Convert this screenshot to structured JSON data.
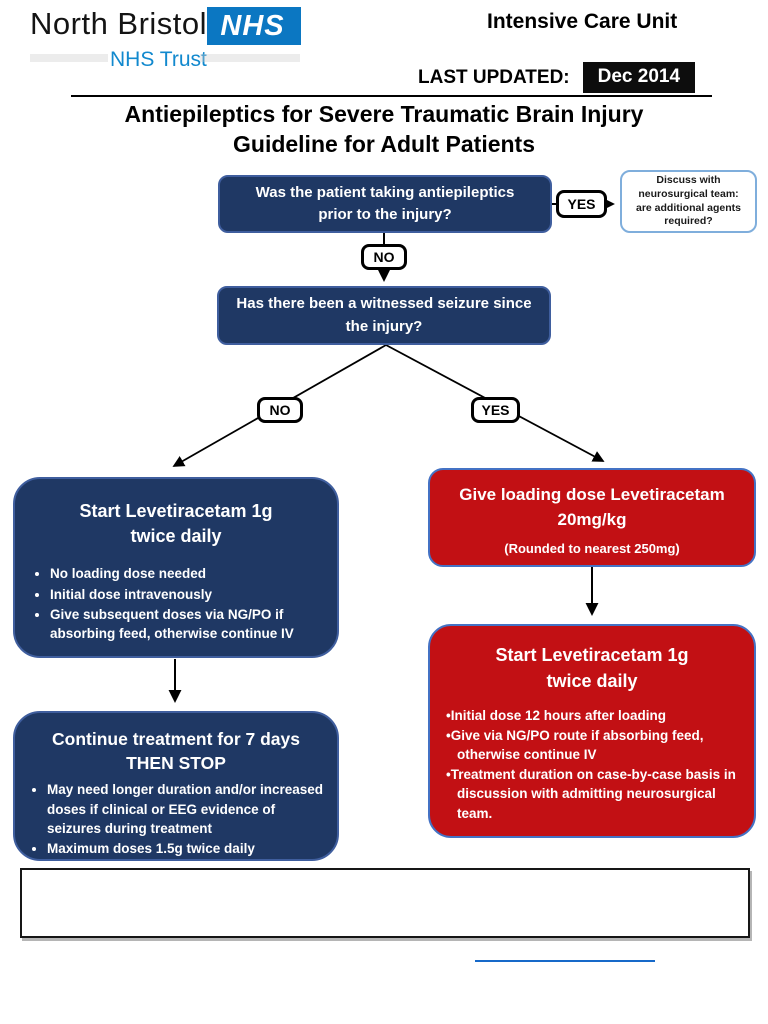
{
  "header": {
    "org_name": "North Bristol",
    "org_subtitle": "NHS Trust",
    "nhs_logo_text": "NHS",
    "department": "Intensive Care Unit",
    "last_updated_label": "LAST UPDATED:",
    "last_updated_value": "Dec 2014"
  },
  "title": {
    "line1": "Antiepileptics for Severe Traumatic Brain Injury",
    "line2": "Guideline for Adult Patients"
  },
  "flow": {
    "q1": {
      "lines": [
        "Was the patient taking antiepileptics",
        "prior to the injury?"
      ]
    },
    "q1_yes": "YES",
    "q1_no": "NO",
    "discuss": {
      "lines": [
        "Discuss with",
        "neurosurgical team:",
        "are additional agents",
        "required?"
      ]
    },
    "q2": {
      "lines": [
        "Has there been a witnessed seizure since",
        "the injury?"
      ]
    },
    "q2_no": "NO",
    "q2_yes": "YES",
    "no_branch": {
      "start": {
        "title_lines": [
          "Start Levetiracetam 1g",
          "twice daily"
        ],
        "bullets": [
          "No loading dose needed",
          "Initial dose intravenously",
          "Give subsequent doses via NG/PO if absorbing feed, otherwise continue IV"
        ]
      },
      "continue": {
        "title_lines": [
          "Continue treatment for 7 days",
          "THEN STOP"
        ],
        "bullets": [
          "May need longer duration and/or increased doses if clinical or EEG evidence of seizures during treatment",
          "Maximum doses 1.5g twice daily"
        ]
      }
    },
    "yes_branch": {
      "loading": {
        "title_lines": [
          "Give loading dose Levetiracetam",
          "20mg/kg"
        ],
        "note": "(Rounded to nearest 250mg)"
      },
      "start": {
        "title_lines": [
          "Start Levetiracetam 1g",
          "twice daily"
        ],
        "bullets": [
          "Initial dose 12 hours after loading",
          "Give via NG/PO route if absorbing feed, otherwise continue IV",
          "Treatment duration on case-by-case basis in discussion with admitting neurosurgical team."
        ]
      }
    }
  },
  "colors": {
    "navy_box": "#1F3864",
    "red_box": "#C21014",
    "nhs_blue": "#0B77C2",
    "nhs_trust_text": "#1289CE",
    "red_box_border": "#4472C4",
    "discuss_box_border": "#7FAEDC",
    "updated_badge_bg": "#0D0D0D",
    "footer_link_line": "#1669C9"
  }
}
